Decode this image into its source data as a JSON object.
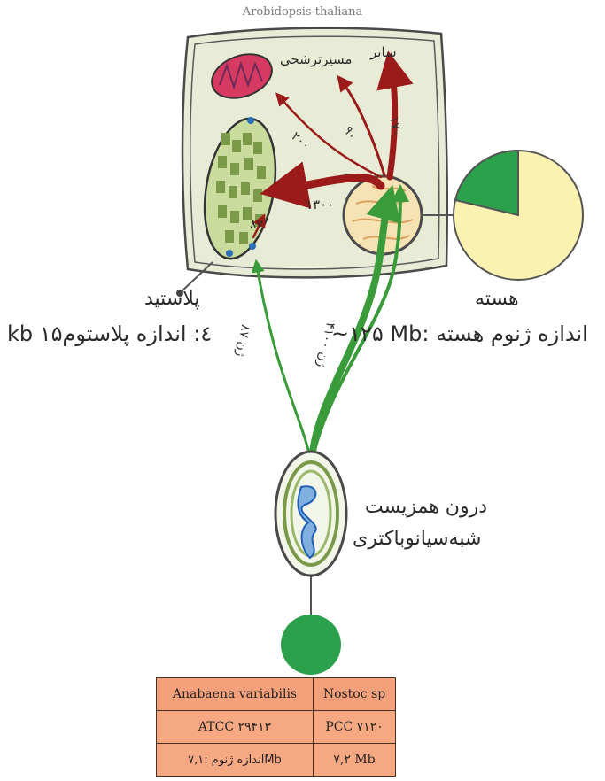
{
  "title": "Arobidopsis thaliana",
  "labels": {
    "mito": "مسیرترشحی",
    "other": "سایر",
    "plastid": "پلاستید",
    "plastome": "kb ۱۵٤: اندازه پلاستوم",
    "nucleus": "هسته",
    "genome": "~۱۲۵ Mb: اندازه ژنوم هسته",
    "endo1": "درون همزیست",
    "endo2": "شبه‌سیانوباکتری"
  },
  "arrows": {
    "a200": "۲۰۰",
    "a90": "۹۰",
    "a170": "۱۷۰",
    "a1300": "۱۳۰۰",
    "a87": "۸۷",
    "g87": "۸۷ ژن",
    "g4100": "۴۱۰۰ ژن"
  },
  "table": {
    "rows": [
      [
        "Anabaena variabilis",
        "Nostoc sp"
      ],
      [
        "ATCC ۲۹۴۱۳",
        "PCC ۷۱۲۰"
      ],
      [
        "اندازه ژنوم :۷,۱Mb",
        "۷,۲ Mb"
      ]
    ]
  },
  "colors": {
    "cell_fill": "#e8ecd6",
    "arrow_red": "#9b1b1b",
    "arrow_green": "#3a9b3a",
    "pie_green": "#2aa14a",
    "pie_yellow": "#fbf1b1",
    "table_fill": "#f6a882"
  }
}
